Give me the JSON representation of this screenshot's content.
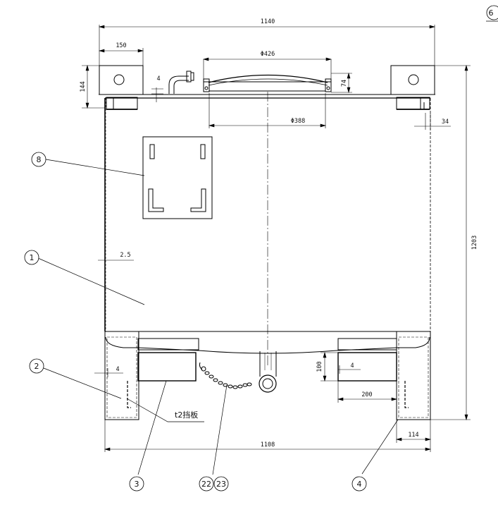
{
  "dimensions": {
    "overall_width": "1140",
    "bracket_width": "150",
    "bracket_height": "144",
    "pipe_offset": "4",
    "lid_outer_diameter": "Φ426",
    "lid_height": "74",
    "opening_diameter": "Φ388",
    "right_offset": "34",
    "overall_height": "1203",
    "wall_thickness": "2.5",
    "left_leg_offset": "4",
    "fork_pocket_height": "100",
    "right_pocket_offset": "4",
    "fork_pocket_width": "200",
    "base_width": "1108",
    "leg_width": "114"
  },
  "balloons": {
    "b1": "1",
    "b2": "2",
    "b3": "3",
    "b4": "4",
    "b6": "6",
    "b8": "8",
    "b22": "22",
    "b23": "23"
  },
  "notes": {
    "baffle": "t2挡板"
  }
}
